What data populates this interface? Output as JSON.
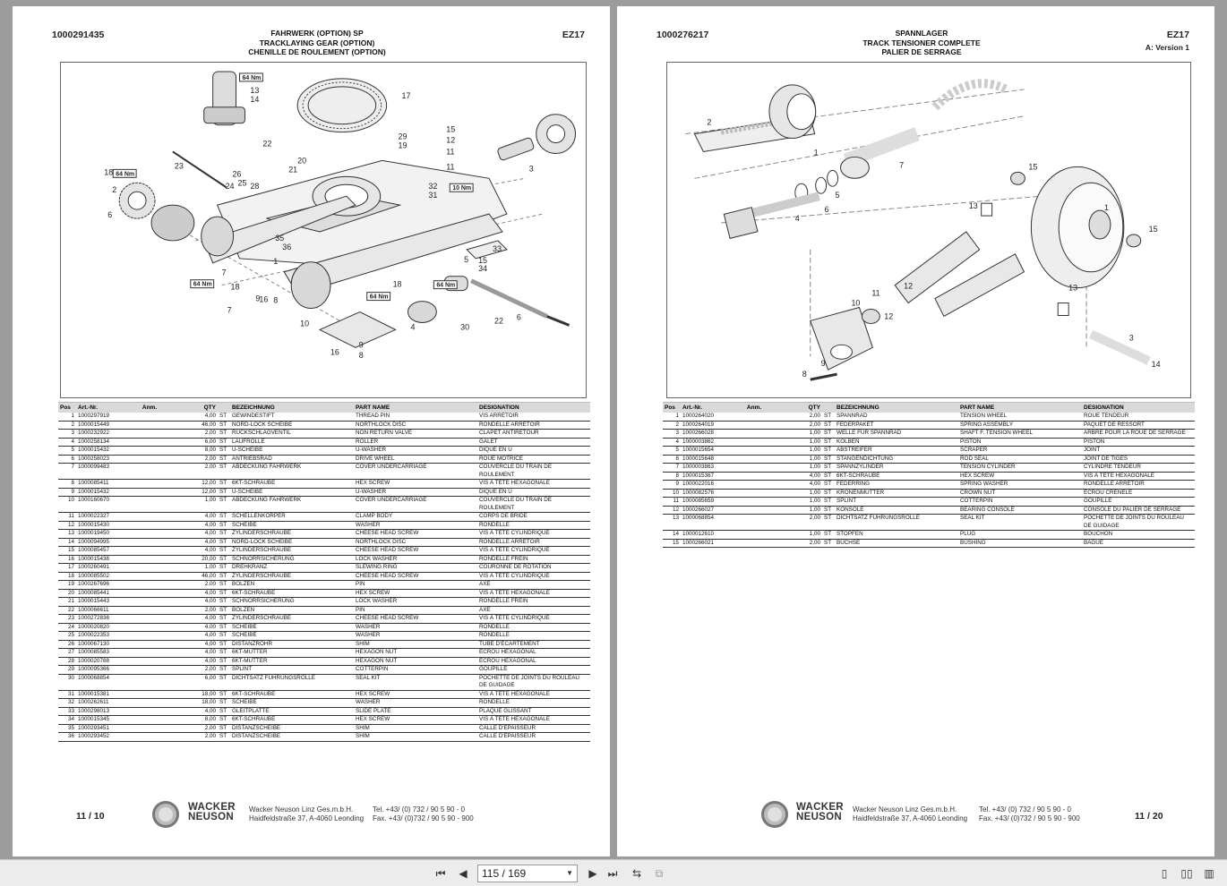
{
  "left_page": {
    "doc_code": "1000291435",
    "model": "EZ17",
    "title_lines": [
      "FAHRWERK (OPTION) SP",
      "TRACKLAYING GEAR (OPTION)",
      "CHENILLE DE ROULEMENT (OPTION)"
    ],
    "headers": [
      "Pos",
      "Art.-Nr.",
      "Anm.",
      "QTY",
      "",
      "BEZEICHNUNG",
      "PART NAME",
      "DESIGNATION"
    ],
    "rows": [
      [
        "1",
        "1000297919",
        "4,00",
        "ST",
        "GEWINDESTIFT",
        "THREAD PIN",
        "VIS ARRÊTOIR"
      ],
      [
        "2",
        "1000015449",
        "46,00",
        "ST",
        "NORD-LOCK SCHEIBE",
        "NORTHLOCK DISC",
        "RONDELLE ARRÊTOIR"
      ],
      [
        "3",
        "1000232922",
        "2,00",
        "ST",
        "RÜCKSCHLAGVENTIL",
        "NON RETURN VALVE",
        "CLAPET ANTIRETOUR"
      ],
      [
        "4",
        "1000258134",
        "6,00",
        "ST",
        "LAUFROLLE",
        "ROLLER",
        "GALET"
      ],
      [
        "5",
        "1000015432",
        "8,00",
        "ST",
        "U-SCHEIBE",
        "U-WASHER",
        "DIQUE EN U"
      ],
      [
        "6",
        "1000258023",
        "2,00",
        "ST",
        "ANTRIEBSRAD",
        "DRIVE WHEEL",
        "ROUE MOTRICE"
      ],
      [
        "7",
        "1000099483",
        "2,00",
        "ST",
        "ABDECKUNG FAHRWERK",
        "COVER UNDERCARRIAGE",
        "COUVERCLE DU TRAIN DE ROULEMENT"
      ],
      [
        "8",
        "1000085411",
        "12,00",
        "ST",
        "6KT-SCHRAUBE",
        "HEX SCREW",
        "VIS À TÊTE HEXAGONALE"
      ],
      [
        "9",
        "1000015432",
        "12,00",
        "ST",
        "U-SCHEIBE",
        "U-WASHER",
        "DIQUE EN U"
      ],
      [
        "10",
        "1000160670",
        "1,00",
        "ST",
        "ABDECKUNG FAHRWERK",
        "COVER UNDERCARRIAGE",
        "COUVERCLE DU TRAIN DE ROULEMENT"
      ],
      [
        "11",
        "1000022327",
        "4,00",
        "ST",
        "SCHELLENKÖRPER",
        "CLAMP BODY",
        "CORPS DE BRIDE"
      ],
      [
        "12",
        "1000015430",
        "4,00",
        "ST",
        "SCHEIBE",
        "WASHER",
        "RONDELLE"
      ],
      [
        "13",
        "1000019450",
        "4,00",
        "ST",
        "ZYLINDERSCHRAUBE",
        "CHEESE HEAD SCREW",
        "VIS À TÊTE CYLINDRIQUE"
      ],
      [
        "14",
        "1000094995",
        "4,00",
        "ST",
        "NORD-LOCK SCHEIBE",
        "NORTHLOCK DISC",
        "RONDELLE ARRÊTOIR"
      ],
      [
        "15",
        "1000085457",
        "4,00",
        "ST",
        "ZYLINDERSCHRAUBE",
        "CHEESE HEAD SCREW",
        "VIS À TÊTE CYLINDRIQUE"
      ],
      [
        "16",
        "1000015438",
        "20,00",
        "ST",
        "SCHNORRSICHERUNG",
        "LOCK WASHER",
        "RONDELLE FREIN"
      ],
      [
        "17",
        "1000260491",
        "1,00",
        "ST",
        "DREHKRANZ",
        "SLEWING RING",
        "COURONNE DE ROTATION"
      ],
      [
        "18",
        "1000085502",
        "46,00",
        "ST",
        "ZYLINDERSCHRAUBE",
        "CHEESE HEAD SCREW",
        "VIS À TÊTE CYLINDRIQUE"
      ],
      [
        "19",
        "1000267696",
        "2,00",
        "ST",
        "BOLZEN",
        "PIN",
        "AXE"
      ],
      [
        "20",
        "1000085441",
        "4,00",
        "ST",
        "6KT-SCHRAUBE",
        "HEX SCREW",
        "VIS À TÊTE HEXAGONALE"
      ],
      [
        "21",
        "1000015443",
        "4,00",
        "ST",
        "SCHNORRSICHERUNG",
        "LOCK WASHER",
        "RONDELLE FREIN"
      ],
      [
        "22",
        "1000066611",
        "2,00",
        "ST",
        "BOLZEN",
        "PIN",
        "AXE"
      ],
      [
        "23",
        "1000272836",
        "4,00",
        "ST",
        "ZYLINDERSCHRAUBE",
        "CHEESE HEAD SCREW",
        "VIS À TÊTE CYLINDRIQUE"
      ],
      [
        "24",
        "1000020820",
        "4,00",
        "ST",
        "SCHEIBE",
        "WASHER",
        "RONDELLE"
      ],
      [
        "25",
        "1000022353",
        "4,00",
        "ST",
        "SCHEIBE",
        "WASHER",
        "RONDELLE"
      ],
      [
        "26",
        "1000067130",
        "4,00",
        "ST",
        "DISTANZROHR",
        "SHIM",
        "TUBE D'ÉCARTEMENT"
      ],
      [
        "27",
        "1000085583",
        "4,00",
        "ST",
        "6KT-MUTTER",
        "HEXAGON NUT",
        "ÉCROU HEXAGONAL"
      ],
      [
        "28",
        "1000020788",
        "4,00",
        "ST",
        "6KT-MUTTER",
        "HEXAGON NUT",
        "ÉCROU HEXAGONAL"
      ],
      [
        "29",
        "1000095366",
        "2,00",
        "ST",
        "SPLINT",
        "COTTERPIN",
        "GOUPILLE"
      ],
      [
        "30",
        "1000068854",
        "6,00",
        "ST",
        "DICHTSATZ FÜHRUNGSROLLE",
        "SEAL KIT",
        "POCHETTE DE JOINTS DU ROULEAU DE GUIDAGE"
      ],
      [
        "31",
        "1000015381",
        "18,00",
        "ST",
        "6KT-SCHRAUBE",
        "HEX SCREW",
        "VIS À TÊTE HEXAGONALE"
      ],
      [
        "32",
        "1000262611",
        "18,00",
        "ST",
        "SCHEIBE",
        "WASHER",
        "RONDELLE"
      ],
      [
        "33",
        "1000298013",
        "4,00",
        "ST",
        "GLEITPLATTE",
        "SLIDE PLATE",
        "PLAQUE GLISSANT"
      ],
      [
        "34",
        "1000015345",
        "8,00",
        "ST",
        "6KT-SCHRAUBE",
        "HEX SCREW",
        "VIS À TÊTE HEXAGONALE"
      ],
      [
        "35",
        "1000293451",
        "2,00",
        "ST",
        "DISTANZSCHEIBE",
        "SHIM",
        "CALLE D'ÉPAISSEUR"
      ],
      [
        "36",
        "1000293452",
        "2,00",
        "ST",
        "DISTANZSCHEIBE",
        "SHIM",
        "CALLE D'ÉPAISSEUR"
      ]
    ],
    "page_number": "11 / 10",
    "brand_line1": "WACKER",
    "brand_line2": "NEUSON",
    "company_line1": "Wacker Neuson Linz  Ges.m.b.H.",
    "company_line2": "Haidfeldstraße 37, A-4060 Leonding",
    "phone_line1": "Tel. +43/ (0) 732 / 90 5 90 - 0",
    "phone_line2": "Fax. +43/ (0)732 / 90 5 90 - 900",
    "callouts": [
      "17",
      "15",
      "12",
      "11",
      "13",
      "14",
      "29",
      "19",
      "3",
      "22",
      "20",
      "21",
      "23",
      "18",
      "26",
      "25",
      "24",
      "28",
      "2",
      "6",
      "32",
      "31",
      "10 Nm",
      "64 Nm",
      "33",
      "35",
      "36",
      "1",
      "5",
      "34",
      "16",
      "9",
      "7",
      "8",
      "10",
      "18",
      "4",
      "30",
      "22",
      "6",
      "64 Nm",
      "64 Nm",
      "64 Nm"
    ]
  },
  "right_page": {
    "doc_code": "1000276217",
    "model": "EZ17",
    "version": "A: Version 1",
    "title_lines": [
      "SPANNLAGER",
      "TRACK TENSIONER COMPLETE",
      "PALIER DE SERRAGE"
    ],
    "headers": [
      "Pos",
      "Art.-Nr.",
      "Anm.",
      "QTY",
      "",
      "BEZEICHNUNG",
      "PART NAME",
      "DESIGNATION"
    ],
    "rows": [
      [
        "1",
        "1000264020",
        "2,00",
        "ST",
        "SPANNRAD",
        "TENSION WHEEL",
        "ROUE TENDEUR"
      ],
      [
        "2",
        "1000264019",
        "2,00",
        "ST",
        "FEDERPAKET",
        "SPRING ASSEMBLY",
        "PAQUET DE RESSORT"
      ],
      [
        "3",
        "1000266028",
        "1,00",
        "ST",
        "WELLE FÜR SPANNRAD",
        "SHAFT F. TENSION WHEEL",
        "ARBRE POUR LA ROUE DE SERRAGE"
      ],
      [
        "4",
        "1000003862",
        "1,00",
        "ST",
        "KOLBEN",
        "PISTON",
        "PISTON"
      ],
      [
        "5",
        "1000015654",
        "1,00",
        "ST",
        "ABSTREIFER",
        "SCRAPER",
        "JOINT"
      ],
      [
        "6",
        "1000015648",
        "1,00",
        "ST",
        "STANGENDICHTUNG",
        "ROD SEAL",
        "JOINT DE TIGES"
      ],
      [
        "7",
        "1000003863",
        "1,00",
        "ST",
        "SPANNZYLINDER",
        "TENSION CYLINDER",
        "CYLINDRE TENDEUR"
      ],
      [
        "8",
        "1000015367",
        "4,00",
        "ST",
        "6KT-SCHRAUBE",
        "HEX SCREW",
        "VIS À TÊTE HEXAGONALE"
      ],
      [
        "9",
        "1000022016",
        "4,00",
        "ST",
        "FEDERRING",
        "SPRING WASHER",
        "RONDELLE ARRÊTOIR"
      ],
      [
        "10",
        "1000082576",
        "1,00",
        "ST",
        "KRONENMUTTER",
        "CROWN NUT",
        "ÉCROU CRÉNELÉ"
      ],
      [
        "11",
        "1000085659",
        "1,00",
        "ST",
        "SPLINT",
        "COTTERPIN",
        "GOUPILLE"
      ],
      [
        "12",
        "1000266027",
        "1,00",
        "ST",
        "KONSOLE",
        "BEARING CONSOLE",
        "CONSOLE DU PALIER DE SERRAGE"
      ],
      [
        "13",
        "1000068854",
        "2,00",
        "ST",
        "DICHTSATZ FÜHRUNGSROLLE",
        "SEAL KIT",
        "POCHETTE DE JOINTS DU ROULEAU DE GUIDAGE"
      ],
      [
        "14",
        "1000012610",
        "1,00",
        "ST",
        "STOPFEN",
        "PLUG",
        "BOUCHON"
      ],
      [
        "15",
        "1000266021",
        "2,00",
        "ST",
        "BUCHSE",
        "BUSHING",
        "BAGUE"
      ]
    ],
    "page_number": "11 / 20",
    "brand_line1": "WACKER",
    "brand_line2": "NEUSON",
    "company_line1": "Wacker Neuson Linz  Ges.m.b.H.",
    "company_line2": "Haidfeldstraße 37, A-4060 Leonding",
    "phone_line1": "Tel. +43/ (0) 732 / 90 5 90 - 0",
    "phone_line2": "Fax. +43/ (0)732 / 90 5 90 - 900",
    "callouts": [
      "2",
      "1",
      "7",
      "15",
      "5",
      "6",
      "13",
      "4",
      "15",
      "1",
      "3",
      "14",
      "12",
      "10",
      "11",
      "13",
      "12",
      "9",
      "8"
    ]
  },
  "toolbar": {
    "page_value": "115 / 169",
    "icons": [
      "first-page-icon",
      "prev-page-icon",
      "next-page-icon",
      "last-page-icon",
      "rotate-icon",
      "copy-icon",
      "single-page-view-icon",
      "two-page-view-icon",
      "continuous-view-icon"
    ]
  }
}
